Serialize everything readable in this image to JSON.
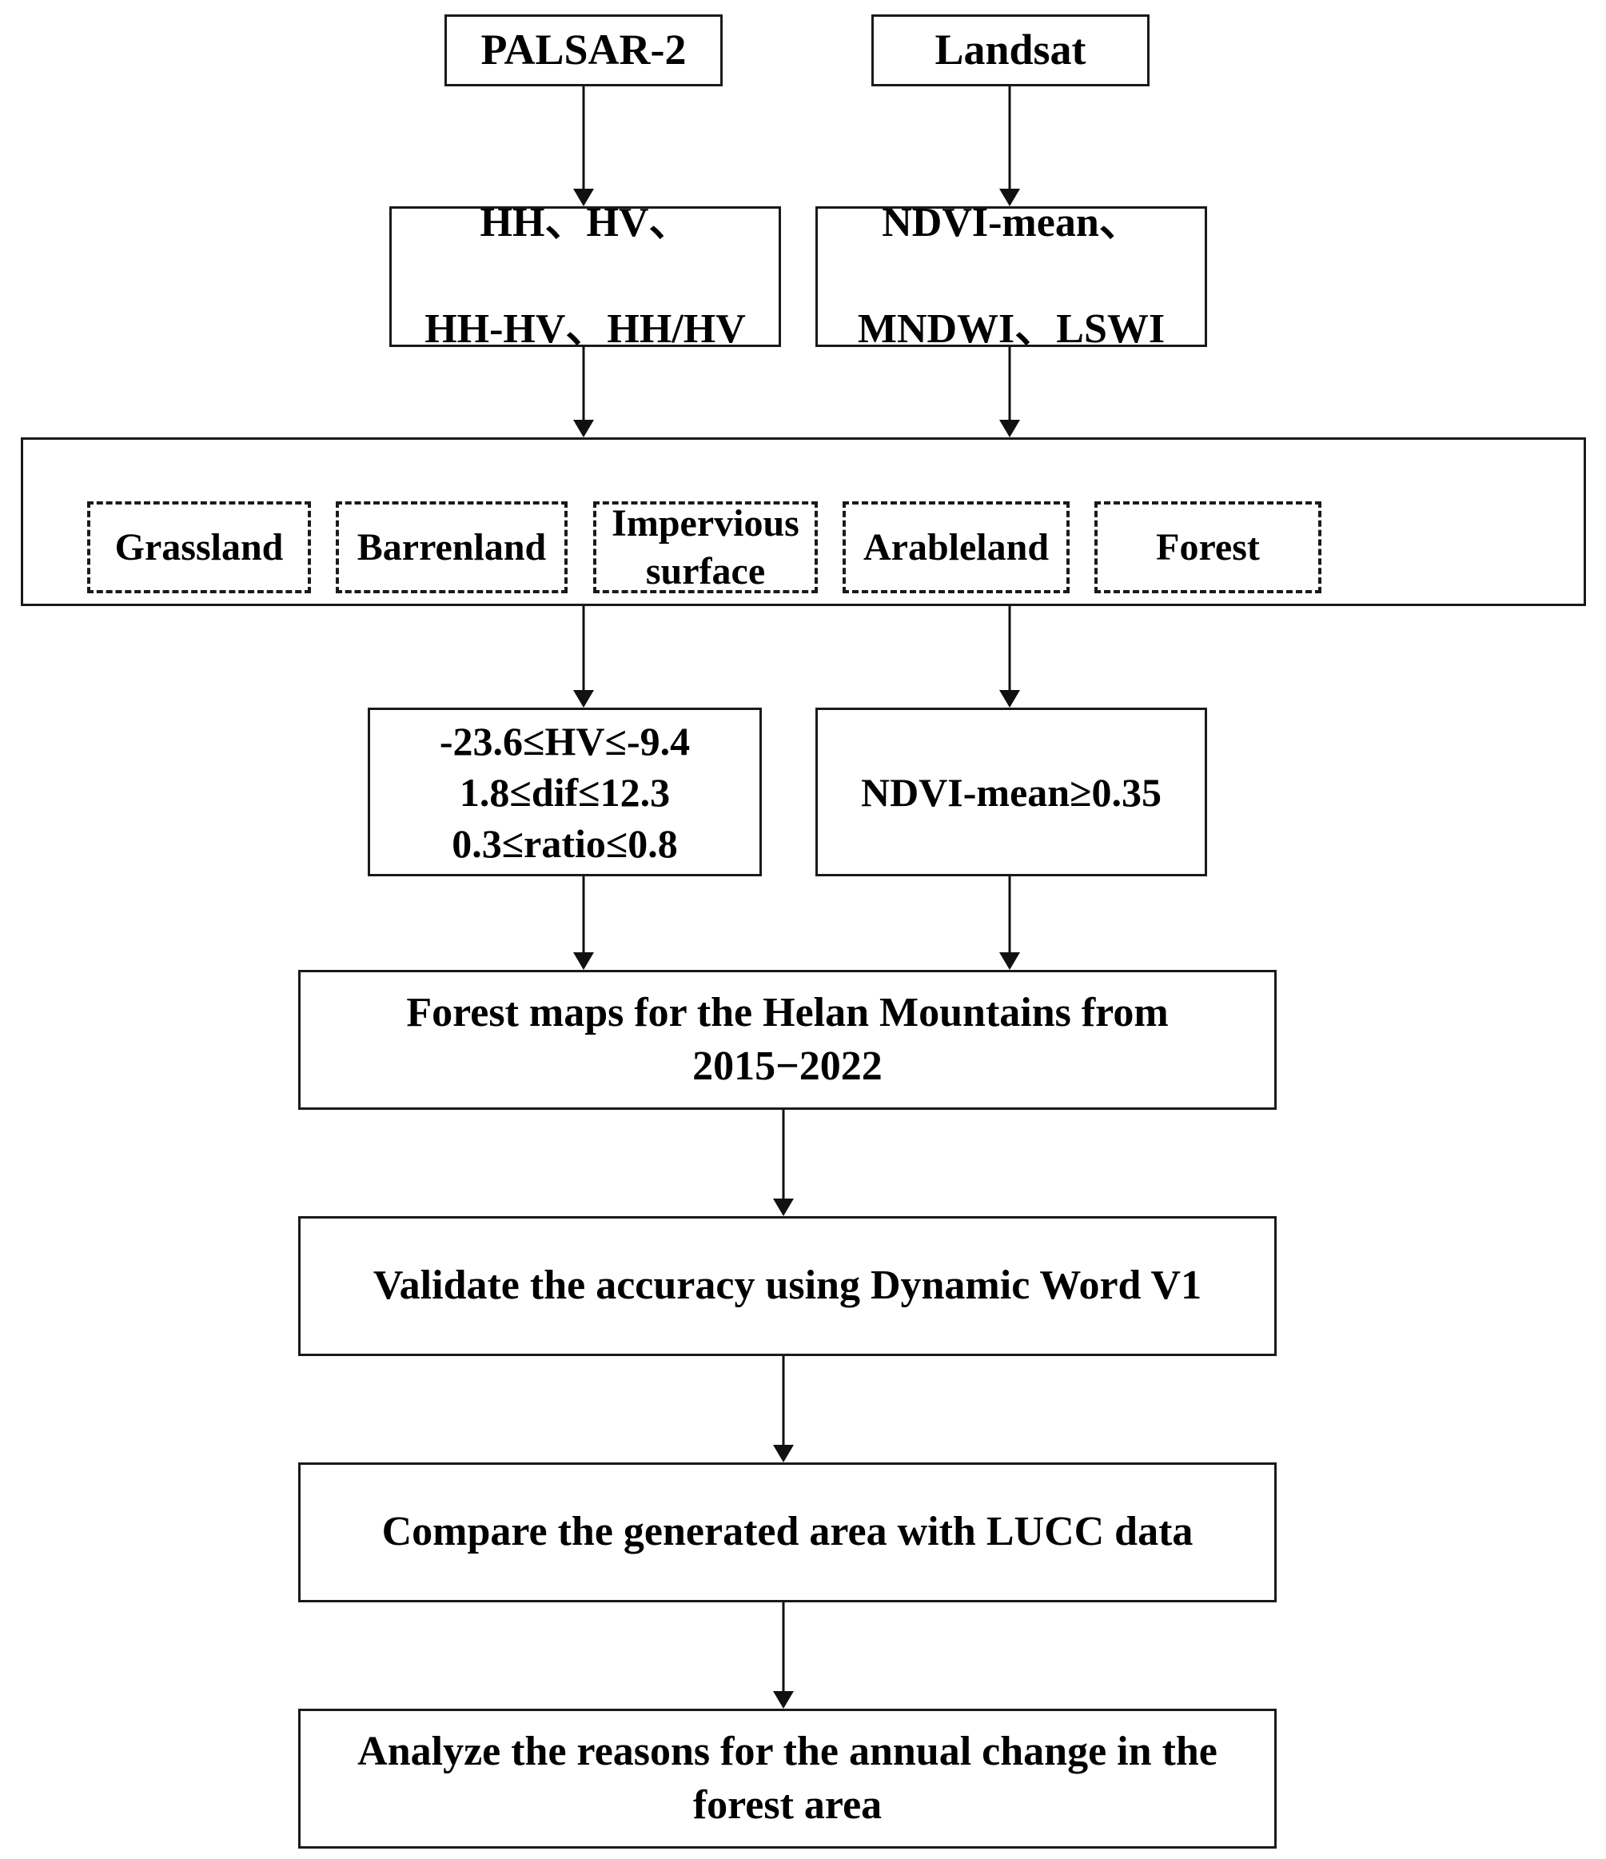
{
  "diagram": {
    "title": "Forest mapping methodology flowchart for the Helan Mountains",
    "type": "flowchart",
    "nodes": {
      "source_sar": "PALSAR-2",
      "source_optical": "Landsat",
      "sar_features_line1": "HH、HV、",
      "sar_features_line2": "HH-HV、HH/HV",
      "optical_features_line1": "NDVI-mean、",
      "optical_features_line2": "MNDWI、LSWI",
      "sar_threshold_line1": "-23.6≤HV≤-9.4",
      "sar_threshold_line2": "1.8≤dif≤12.3",
      "sar_threshold_line3": "0.3≤ratio≤0.8",
      "ndvi_threshold": "NDVI-mean≥0.35",
      "forest_maps_line1": "Forest maps for the Helan Mountains from",
      "forest_maps_line2": "2015−2022",
      "validate": "Validate the accuracy using Dynamic Word V1",
      "compare": "Compare the generated area with LUCC data",
      "analyze_line1": "Analyze the reasons for the annual change in the",
      "analyze_line2": "forest area"
    },
    "land_cover_classes": [
      {
        "label": "Grassland"
      },
      {
        "label": "Barrenland"
      },
      {
        "label": "Impervious\nsurface"
      },
      {
        "label": "Arableland"
      },
      {
        "label": "Forest"
      }
    ],
    "colors": {
      "stroke": "#1a1a1a",
      "arrow": "#111111",
      "text": "#000000",
      "background": "#ffffff"
    }
  }
}
